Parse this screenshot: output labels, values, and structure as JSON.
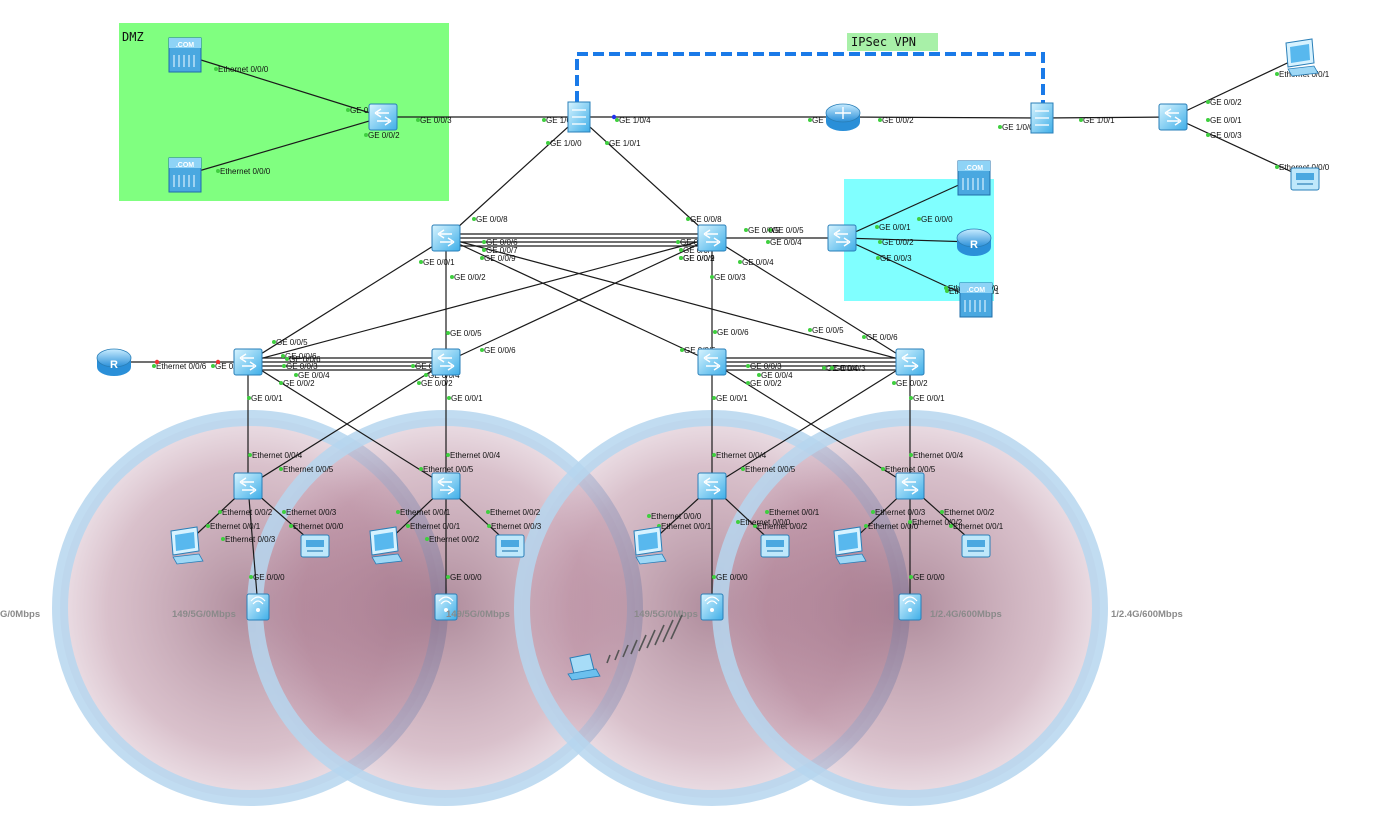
{
  "areas": {
    "dmz": {
      "label": "DMZ",
      "color": "#80ff80"
    },
    "server_zone": {
      "label": "",
      "color": "#80ffff"
    }
  },
  "vpn": {
    "label": "IPSec VPN",
    "color": "#1a7ae8",
    "label_bg": "#a8f0a8"
  },
  "wifi_cells": [
    {
      "label": "G/0Mbps"
    },
    {
      "label": "149/5G/0Mbps"
    },
    {
      "label": "149/5G/0Mbps"
    },
    {
      "label": "149/5G/0Mbps"
    },
    {
      "label": "1/2.4G/600Mbps"
    },
    {
      "label": "1/2.4G/600Mbps"
    }
  ],
  "device_types": {
    "server": "server-icon",
    "switch": "switch-icon",
    "firewall": "firewall-icon",
    "router": "router-icon",
    "pc": "pc-icon",
    "phone": "ip-phone-icon",
    "ap": "access-point-icon",
    "laptop": "laptop-icon"
  },
  "port_labels": [
    "Ethernet 0/0/0",
    "GE 0/0/1",
    "GE 0/0/2",
    "Ethernet 0/0/0",
    "GE 0/0/3",
    "GE 1/0/2",
    "GE 1/0/4",
    "GE 0/0/0",
    "GE 0/0/2",
    "GE 1/0/0",
    "GE 1/0/1",
    "GE 0/0/1",
    "GE 0/0/2",
    "GE 0/0/3",
    "Ethernet 0/0/1",
    "Ethernet 0/0/0",
    "GE 1/0/0",
    "GE 1/0/1",
    "GE 0/0/8",
    "GE 0/0/8",
    "GE 0/0/6",
    "GE 0/0/7",
    "GE 0/0/9",
    "GE 0/0/6",
    "GE 0/0/7",
    "GE 0/0/9",
    "GE 0/0/1",
    "GE 0/0/2",
    "GE 0/0/2",
    "GE 0/0/3",
    "GE 0/0/4",
    "GE 0/0/5",
    "GE 0/0/4",
    "GE 0/0/5",
    "GE 0/0/1",
    "GE 0/0/0",
    "GE 0/0/2",
    "GE 0/0/3",
    "Ethernet 0/0/1",
    "Ethernet 0/0/0",
    "GE 0/0/5",
    "GE 0/0/6",
    "GE 0/0/5",
    "GE 0/0/6",
    "GE 0/0/6",
    "GE 0/0/5",
    "GE 0/0/5",
    "GE 0/0/6",
    "Ethernet 0/0/6",
    "GE 0/0/20",
    "GE 0/0/6",
    "GE 0/0/3",
    "GE 0/0/4",
    "GE 0/0/2",
    "GE 0/0/3",
    "GE 0/0/4",
    "GE 0/0/2",
    "GE 0/0/3",
    "GE 0/0/4",
    "GE 0/0/2",
    "GE 0/0/4",
    "GE 0/0/3",
    "GE 0/0/2",
    "GE 0/0/1",
    "GE 0/0/1",
    "GE 0/0/1",
    "GE 0/0/1",
    "Ethernet 0/0/4",
    "Ethernet 0/0/5",
    "Ethernet 0/0/4",
    "Ethernet 0/0/5",
    "Ethernet 0/0/4",
    "Ethernet 0/0/5",
    "Ethernet 0/0/4",
    "Ethernet 0/0/5",
    "Ethernet 0/0/2",
    "Ethernet 0/0/1",
    "Ethernet 0/0/3",
    "Ethernet 0/0/0",
    "Ethernet 0/0/1",
    "Ethernet 0/0/1",
    "Ethernet 0/0/2",
    "Ethernet 0/0/3",
    "Ethernet 0/0/0",
    "Ethernet 0/0/1",
    "Ethernet 0/0/1",
    "Ethernet 0/0/2",
    "Ethernet 0/0/3",
    "Ethernet 0/0/0",
    "Ethernet 0/0/2",
    "Ethernet 0/0/1",
    "Ethernet 0/0/3",
    "Ethernet 0/0/2",
    "Ethernet 0/0/0",
    "Ethernet 0/0/2",
    "GE 0/0/0",
    "GE 0/0/0",
    "GE 0/0/0",
    "GE 0/0/0"
  ]
}
